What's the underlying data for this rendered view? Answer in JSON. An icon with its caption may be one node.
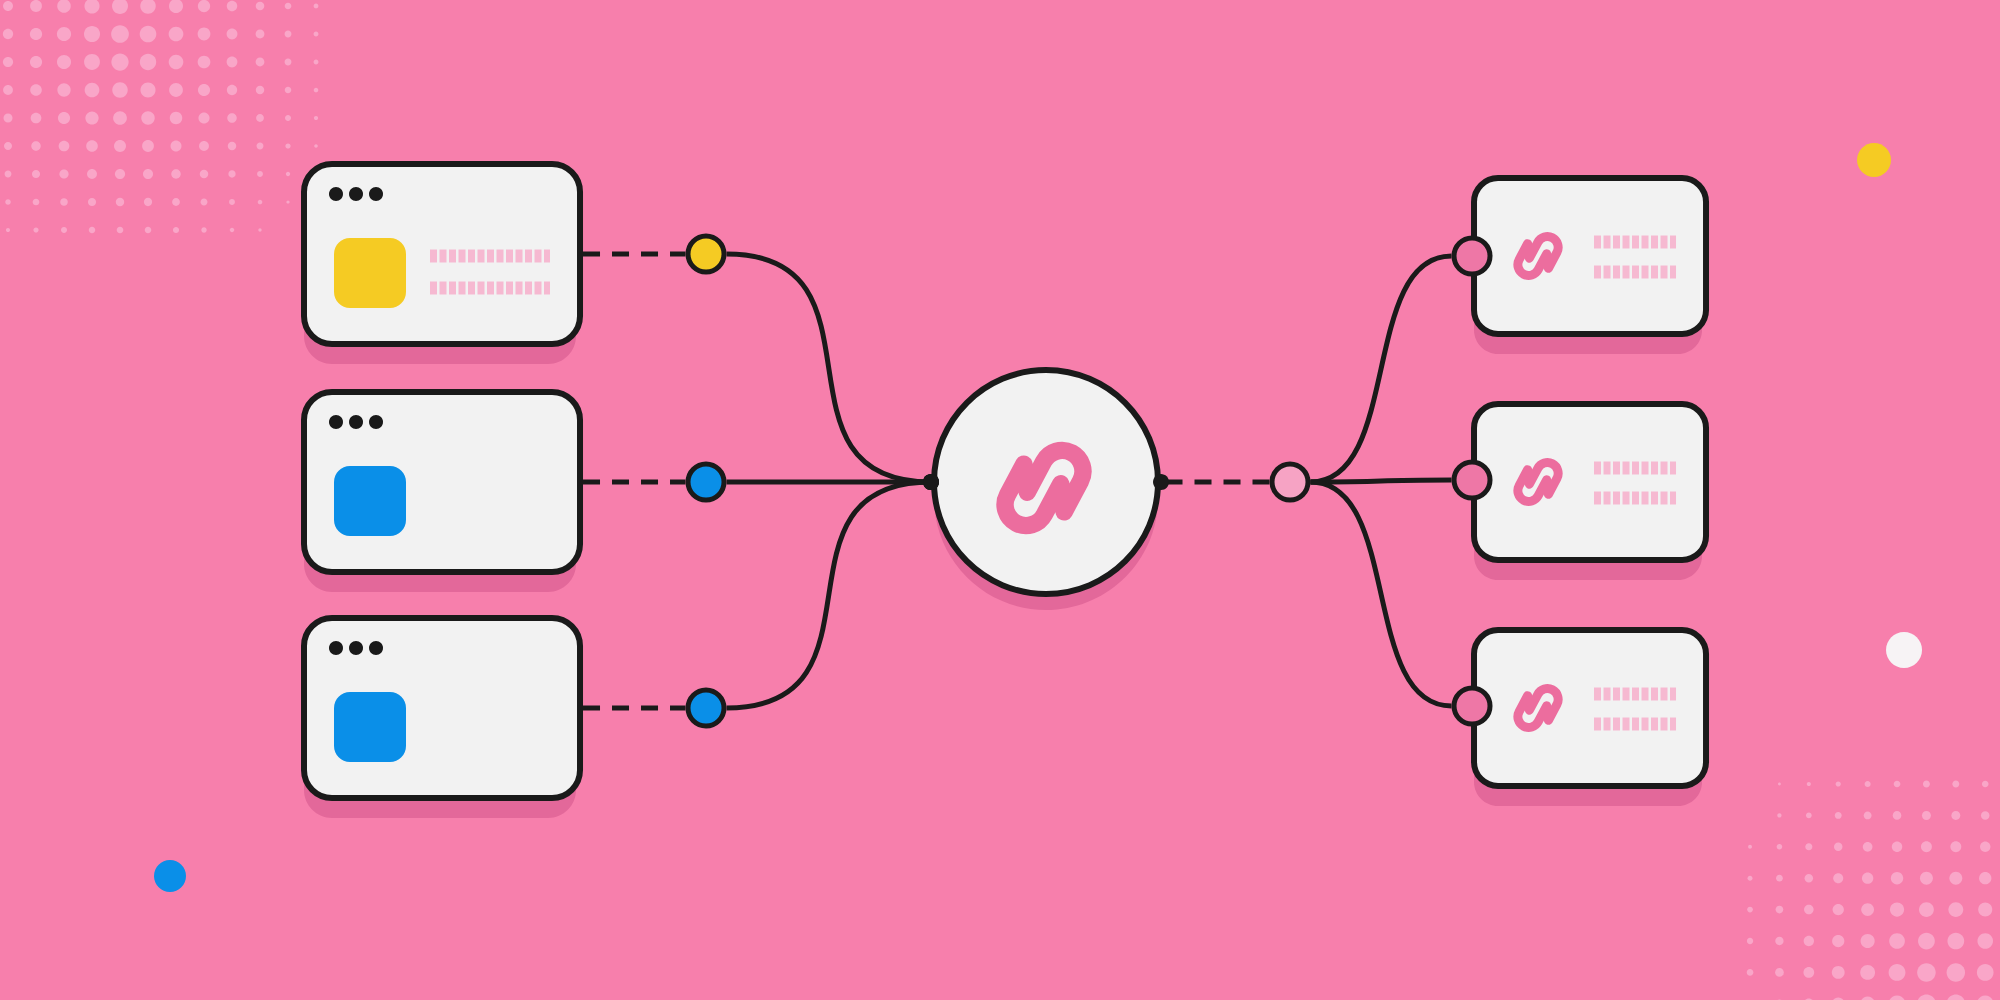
{
  "diagram": {
    "nodes": [
      {
        "text": [],
        "shape": "box"
      },
      {
        "text": [],
        "shape": "box"
      },
      {
        "text": [],
        "shape": "box"
      },
      {
        "text": [],
        "shape": "circle"
      },
      {
        "text": [],
        "shape": "circle"
      },
      {
        "text": [],
        "shape": "circle"
      },
      {
        "text": [],
        "shape": "circle"
      },
      {
        "text": [],
        "shape": "circle"
      },
      {
        "text": [],
        "shape": "circle"
      },
      {
        "text": [],
        "shape": "circle"
      },
      {
        "text": [],
        "shape": "circle"
      },
      {
        "text": [],
        "shape": "box"
      },
      {
        "text": [],
        "shape": "box"
      },
      {
        "text": [],
        "shape": "box"
      }
    ],
    "edges": [
      {
        "from": 0,
        "to": 3,
        "arrow": "none",
        "style": "dashed"
      },
      {
        "from": 1,
        "to": 4,
        "arrow": "none",
        "style": "dashed"
      },
      {
        "from": 2,
        "to": 5,
        "arrow": "none",
        "style": "dashed"
      },
      {
        "from": 3,
        "to": 6,
        "arrow": "other"
      },
      {
        "from": 4,
        "to": 6,
        "arrow": "other"
      },
      {
        "from": 5,
        "to": 6,
        "arrow": "other"
      },
      {
        "from": 7,
        "to": 6,
        "arrow": "other",
        "style": "dashed"
      },
      {
        "from": 7,
        "to": 8,
        "arrow": "none"
      },
      {
        "from": 7,
        "to": 9,
        "arrow": "none"
      },
      {
        "from": 7,
        "to": 10,
        "arrow": "none"
      }
    ]
  }
}
